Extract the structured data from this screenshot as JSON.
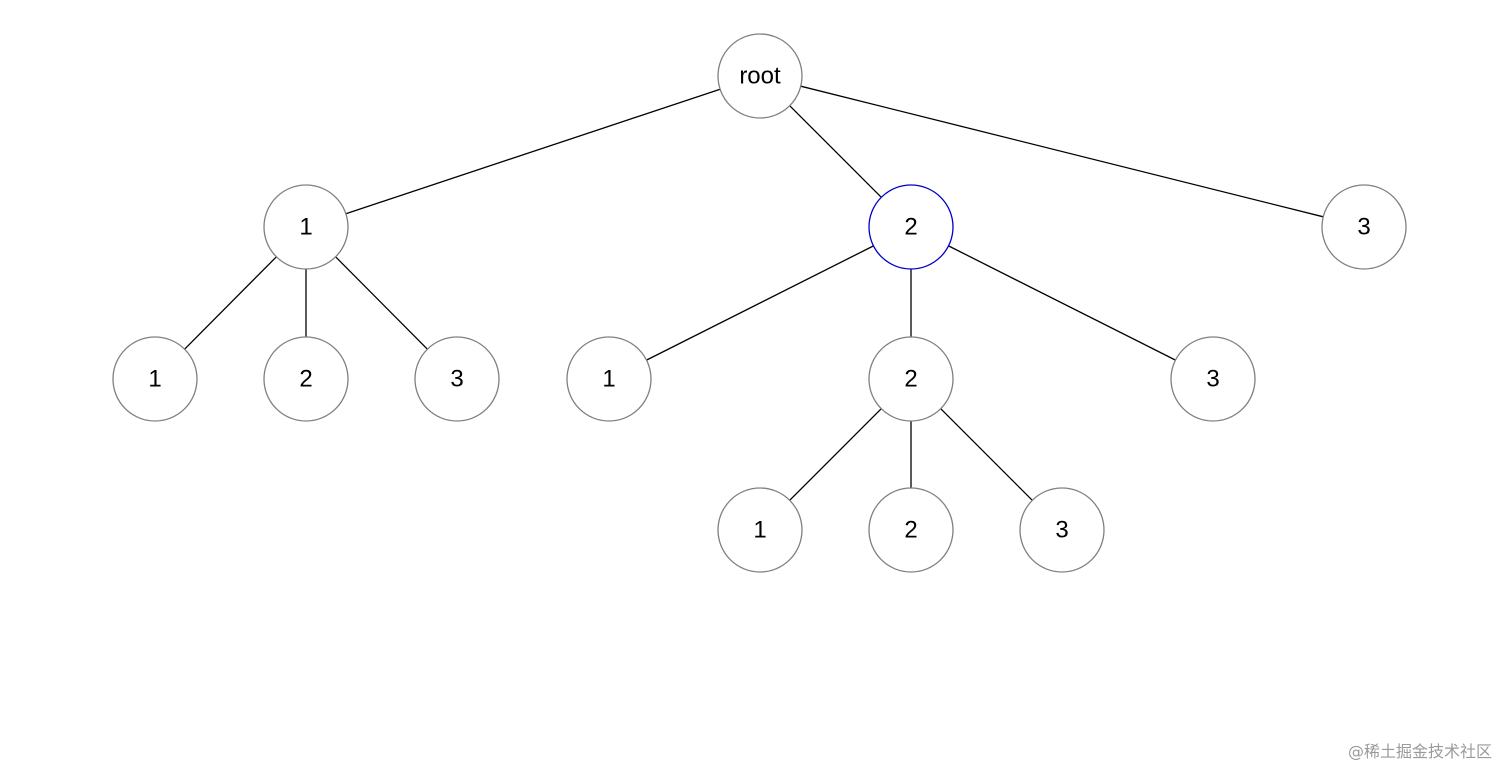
{
  "tree": {
    "nodes": [
      {
        "id": "root",
        "label": "root",
        "parent": null,
        "highlighted": false
      },
      {
        "id": "n1",
        "label": "1",
        "parent": "root",
        "highlighted": false
      },
      {
        "id": "n2",
        "label": "2",
        "parent": "root",
        "highlighted": true
      },
      {
        "id": "n3",
        "label": "3",
        "parent": "root",
        "highlighted": false
      },
      {
        "id": "n1-1",
        "label": "1",
        "parent": "n1",
        "highlighted": false
      },
      {
        "id": "n1-2",
        "label": "2",
        "parent": "n1",
        "highlighted": false
      },
      {
        "id": "n1-3",
        "label": "3",
        "parent": "n1",
        "highlighted": false
      },
      {
        "id": "n2-1",
        "label": "1",
        "parent": "n2",
        "highlighted": false
      },
      {
        "id": "n2-2",
        "label": "2",
        "parent": "n2",
        "highlighted": false
      },
      {
        "id": "n2-3",
        "label": "3",
        "parent": "n2",
        "highlighted": false
      },
      {
        "id": "n2-2-1",
        "label": "1",
        "parent": "n2-2",
        "highlighted": false
      },
      {
        "id": "n2-2-2",
        "label": "2",
        "parent": "n2-2",
        "highlighted": false
      },
      {
        "id": "n2-2-3",
        "label": "3",
        "parent": "n2-2",
        "highlighted": false
      }
    ]
  },
  "colors": {
    "edge": "#000000",
    "node_border": "#808080",
    "highlight_border": "#0000cc",
    "node_fill": "#ffffff"
  },
  "watermark": {
    "text": "@稀土掘金技术社区"
  }
}
